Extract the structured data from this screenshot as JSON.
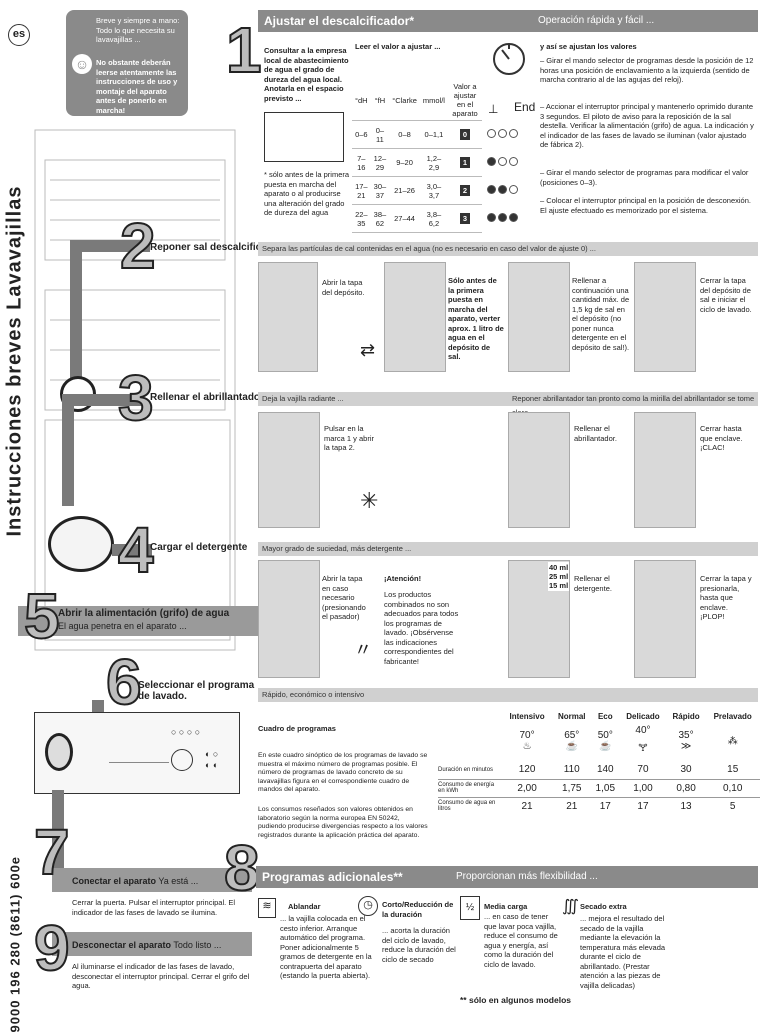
{
  "lang_badge": "es",
  "side_title": "Instrucciones breves Lavavajillas",
  "doc_number": "9000 196 280 (8611) 600e",
  "intro": {
    "text1": "Breve y siempre a mano: Todo lo que necesita su lavavajillas ...",
    "text2": "No obstante deberán leerse atentamente las instrucciones de uso y montaje del aparato antes de ponerlo en marcha!"
  },
  "s1": {
    "num": "1",
    "title": "Ajustar el descalcificador*",
    "subtitle": "Operación rápida y fácil ...",
    "consult": "Consultar a la empresa local de abastecimiento de agua el grado de dureza del agua local. Anotarla en el espacio previsto ...",
    "note": "* sólo antes de la primera puesta en marcha del aparato o al producirse una alteración del grado de dureza del agua",
    "read_value": "Leer el valor a ajustar ...",
    "cols": [
      "°dH",
      "°fH",
      "°Clarke",
      "mmol/l",
      "Valor a ajustar en el aparato"
    ],
    "rows": [
      [
        "0–6",
        "0–11",
        "0–8",
        "0–1,1",
        "0"
      ],
      [
        "7–16",
        "12–29",
        "9–20",
        "1,2–2,9",
        "1"
      ],
      [
        "17–21",
        "30–37",
        "21–26",
        "3,0–3,7",
        "2"
      ],
      [
        "22–35",
        "38–62",
        "27–44",
        "3,8–6,2",
        "3"
      ]
    ],
    "end_label": "End",
    "how_title": "y así se ajustan los valores",
    "steps": [
      "– Girar el mando selector de programas desde la posición de 12 horas una posición de enclavamiento a la izquierda (sentido de marcha contrario al de las agujas del reloj).",
      "– Accionar el interruptor principal y mantenerlo oprimido durante 3 segundos. El piloto de aviso para la reposición de la sal destella. Verificar la alimentación (grifo) de agua. La indicación y el indicador de las fases de lavado se iluminan (valor ajustado de fábrica 2).",
      "– Girar el mando selector de programas para modificar el valor (posiciones 0–3).",
      "– Colocar el interruptor principal en la posición de desconexión. El ajuste efectuado es memorizado por el sistema."
    ]
  },
  "s2": {
    "num": "2",
    "label": "Reponer sal descalcificadora",
    "band": "Separa las partículas de cal contenidas en el agua (no es necesario en caso del valor de ajuste 0) ...",
    "t1": "Abrir la tapa del depósito.",
    "t2": "Sólo antes de la primera puesta en marcha del aparato, verter aprox. 1 litro de agua en el depósito de sal.",
    "t3": "Rellenar a continuación una cantidad máx. de 1,5 kg de sal en el depósito (no poner nunca detergente en el depósito de sal!).",
    "t4": "Cerrar la tapa del depósito de sal e iniciar el ciclo de lavado."
  },
  "s3": {
    "num": "3",
    "label": "Rellenar el abrillantador",
    "band_left": "Deja la vajilla radiante ...",
    "band_right": "Reponer abrillantador tan pronto como la mirilla del abrillantador se tome clara.",
    "t1": "Pulsar en la marca 1 y abrir la tapa 2.",
    "t2": "Rellenar el abrillantador.",
    "t3": "Cerrar hasta que enclave. ¡CLAC!"
  },
  "s4": {
    "num": "4",
    "label": "Cargar el detergente",
    "band": "Mayor grado de suciedad, más detergente ...",
    "t1": "Abrir la tapa en caso necesario (presionando el pasador)",
    "t2_title": "¡Atención!",
    "t2": "Los productos combinados no son adecuados para todos los programas de lavado. ¡Obsérvense las indicaciones correspondientes del fabricante!",
    "ml": [
      "40 ml",
      "25 ml",
      "15 ml"
    ],
    "t3": "Rellenar el detergente.",
    "t4": "Cerrar la tapa y presionarla, hasta que enclave. ¡PLOP!"
  },
  "s5": {
    "num": "5",
    "label": "Abrir la alimentación (grifo) de agua",
    "sub": "El agua penetra en el aparato ..."
  },
  "s6": {
    "num": "6",
    "label": "Seleccionar el programa de lavado.",
    "band": "Rápido, económico o intensivo",
    "cuadro": "Cuadro de programas",
    "desc1": "En este cuadro sinóptico de los programas de lavado se muestra el máximo número de programas posible. El número de programas de lavado concreto de su lavavajillas figura en el correspondiente cuadro de mandos del aparato.",
    "desc2": "Los consumos reseñados son valores obtenidos en laboratorio según la norma europea EN 50242, pudiendo producirse divergencias respecto a los valores registrados durante la aplicación práctica del aparato.",
    "programs": [
      {
        "name": "Intensivo",
        "temp": "70°"
      },
      {
        "name": "Normal",
        "temp": "65°"
      },
      {
        "name": "Eco",
        "temp": "50°"
      },
      {
        "name": "Delicado",
        "temp": "40°"
      },
      {
        "name": "Rápido",
        "temp": "35°"
      },
      {
        "name": "Prelavado",
        "temp": ""
      }
    ],
    "row_labels": [
      "Duración en minutos",
      "Consumo de energía en kWh",
      "Consumo de agua en litros"
    ],
    "duration": [
      "120",
      "110",
      "140",
      "70",
      "30",
      "15"
    ],
    "energy": [
      "2,00",
      "1,75",
      "1,05",
      "1,00",
      "0,80",
      "0,10"
    ],
    "water": [
      "21",
      "21",
      "17",
      "17",
      "13",
      "5"
    ]
  },
  "s7": {
    "num": "7",
    "label": "Conectar el aparato",
    "label_tail": "Ya está ...",
    "text": "Cerrar la puerta. Pulsar el interruptor principal. El indicador de las fases de lavado se ilumina."
  },
  "s8": {
    "num": "8",
    "title": "Programas adicionales**",
    "subtitle": "Proporcionan más flexibilidad ...",
    "items": [
      {
        "title": "Ablandar",
        "text": "... la vajilla colocada en el cesto inferior. Arranque automático del programa. Poner adicionalmente 5 gramos de detergente en la contrapuerta del aparato (estando la puerta abierta)."
      },
      {
        "title": "Corto/Reducción de la duración",
        "text": "... acorta la duración del ciclo de lavado, reduce la duración del ciclo de secado"
      },
      {
        "title": "Media carga",
        "text": "... en caso de tener que lavar poca vajilla, reduce el consumo de agua y energía, así como la duración del ciclo de lavado."
      },
      {
        "title": "Secado extra",
        "text": "... mejora el resultado del secado de la vajilla mediante la elevación la temperatura más elevada durante el ciclo de abrillantado. (Prestar atención a las piezas de vajilla delicadas)"
      }
    ],
    "footnote": "** sólo en algunos modelos"
  },
  "s9": {
    "num": "9",
    "label": "Desconectar el aparato",
    "label_tail": "Todo listo ...",
    "text": "Al iluminarse el indicador de las fases de lavado, desconectar el interruptor principal. Cerrar el grifo del agua."
  }
}
